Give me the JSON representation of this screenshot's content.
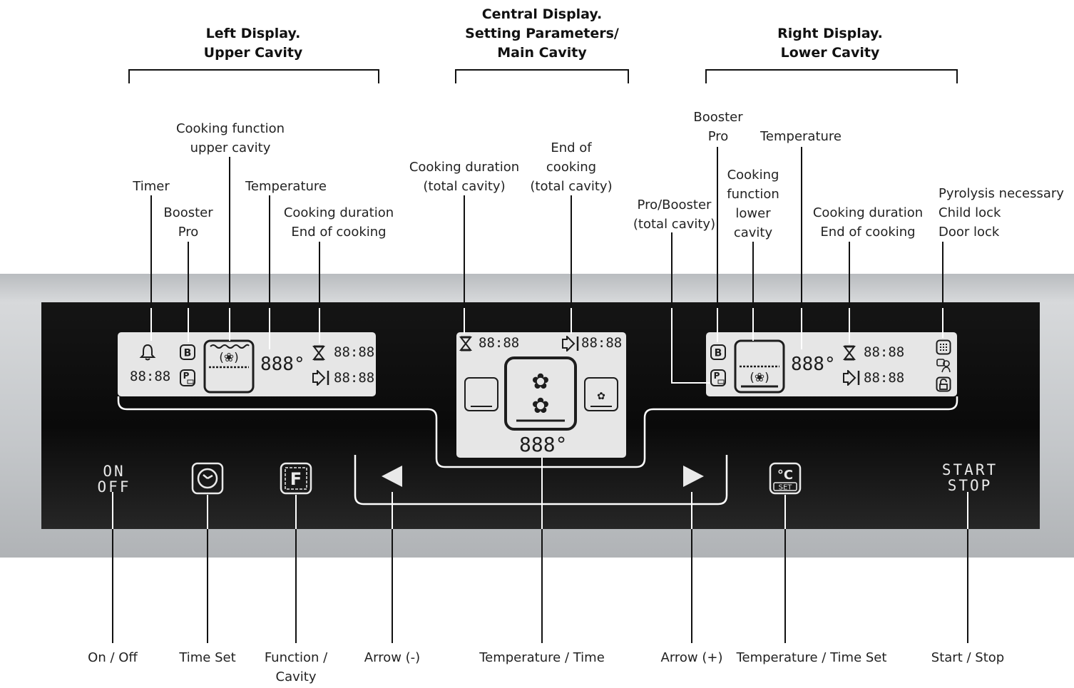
{
  "headers": {
    "left": [
      "Left Display.",
      "Upper Cavity"
    ],
    "central": [
      "Central Display.",
      "Setting Parameters/",
      "Main Cavity"
    ],
    "right": [
      "Right Display.",
      "Lower Cavity"
    ]
  },
  "top_labels": {
    "timer": "Timer",
    "booster_pro_left": [
      "Booster",
      "Pro"
    ],
    "cooking_function_upper": [
      "Cooking function",
      "upper cavity"
    ],
    "temperature_left": "Temperature",
    "duration_end_left": [
      "Cooking duration",
      "End of cooking"
    ],
    "duration_total": [
      "Cooking duration",
      "(total cavity)"
    ],
    "end_total": [
      "End of",
      "cooking",
      "(total cavity)"
    ],
    "pro_booster_total": [
      "Pro/Booster",
      "(total cavity)"
    ],
    "booster_pro_right": [
      "Booster",
      "Pro"
    ],
    "cooking_function_lower": [
      "Cooking",
      "function",
      "lower",
      "cavity"
    ],
    "temperature_right": "Temperature",
    "duration_end_right": [
      "Cooking duration",
      "End of cooking"
    ],
    "locks": [
      "Pyrolysis necessary",
      "Child lock",
      "Door lock"
    ]
  },
  "bottom_labels": {
    "on_off": "On / Off",
    "time_set": "Time Set",
    "function_cavity": [
      "Function /",
      "Cavity"
    ],
    "arrow_minus": "Arrow (-)",
    "temp_time": "Temperature / Time",
    "arrow_plus": "Arrow (+)",
    "temp_time_set": "Temperature / Time Set",
    "start_stop": "Start / Stop"
  },
  "buttons": {
    "on_off": [
      "ON",
      "OFF"
    ],
    "start_stop": [
      "START",
      "STOP"
    ],
    "function_letter": "F",
    "celsius": "°C",
    "set": "SET"
  },
  "display_left": {
    "clock": "88:88",
    "temperature": "888°",
    "duration": "88:88",
    "end": "88:88",
    "booster_letter": "B",
    "pro_letter": "P"
  },
  "display_central": {
    "duration": "88:88",
    "end": "88:88",
    "temperature": "888°"
  },
  "display_right": {
    "temperature": "888°",
    "duration": "88:88",
    "end": "88:88",
    "booster_letter": "B",
    "pro_letter": "P"
  },
  "colors": {
    "panel": "#0d0d0d",
    "steel": "#c4c7ca",
    "lcd": "#e6e6e6",
    "button_text": "#e9e9e9"
  }
}
